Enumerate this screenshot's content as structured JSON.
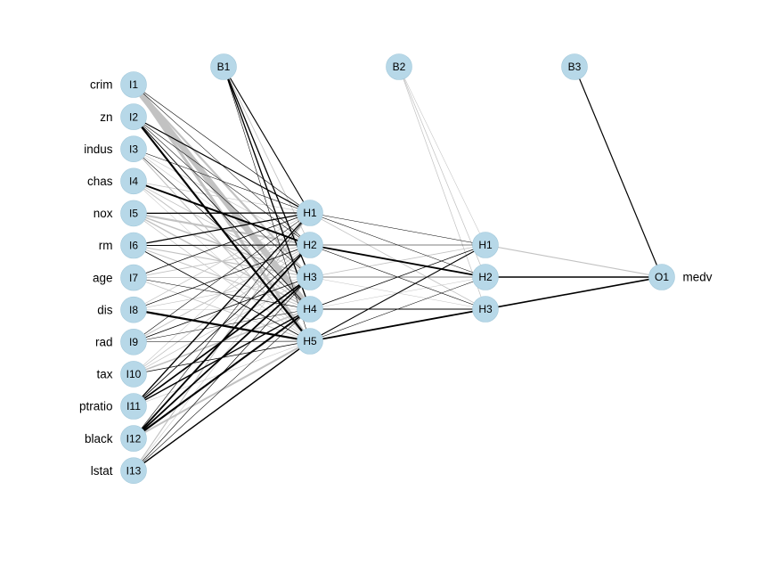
{
  "diagram": {
    "type": "neural-network-plot",
    "layers": [
      "input",
      "hidden1",
      "hidden2",
      "output"
    ],
    "inputs": [
      {
        "id": "I1",
        "label": "crim"
      },
      {
        "id": "I2",
        "label": "zn"
      },
      {
        "id": "I3",
        "label": "indus"
      },
      {
        "id": "I4",
        "label": "chas"
      },
      {
        "id": "I5",
        "label": "nox"
      },
      {
        "id": "I6",
        "label": "rm"
      },
      {
        "id": "I7",
        "label": "age"
      },
      {
        "id": "I8",
        "label": "dis"
      },
      {
        "id": "I9",
        "label": "rad"
      },
      {
        "id": "I10",
        "label": "tax"
      },
      {
        "id": "I11",
        "label": "ptratio"
      },
      {
        "id": "I12",
        "label": "black"
      },
      {
        "id": "I13",
        "label": "lstat"
      }
    ],
    "bias_nodes": [
      "B1",
      "B2",
      "B3"
    ],
    "hidden1": [
      "H1",
      "H2",
      "H3",
      "H4",
      "H5"
    ],
    "hidden2": [
      "H1",
      "H2",
      "H3"
    ],
    "outputs": [
      {
        "id": "O1",
        "label": "medv"
      }
    ],
    "connectivity": "fully-connected-feedforward",
    "colors": {
      "node_fill": "#b7d8e8",
      "node_border": "#a3c9db",
      "positive_edge": "#000000",
      "negative_edge": "#c2c2c2",
      "text": "#000000",
      "background": "#ffffff"
    }
  }
}
